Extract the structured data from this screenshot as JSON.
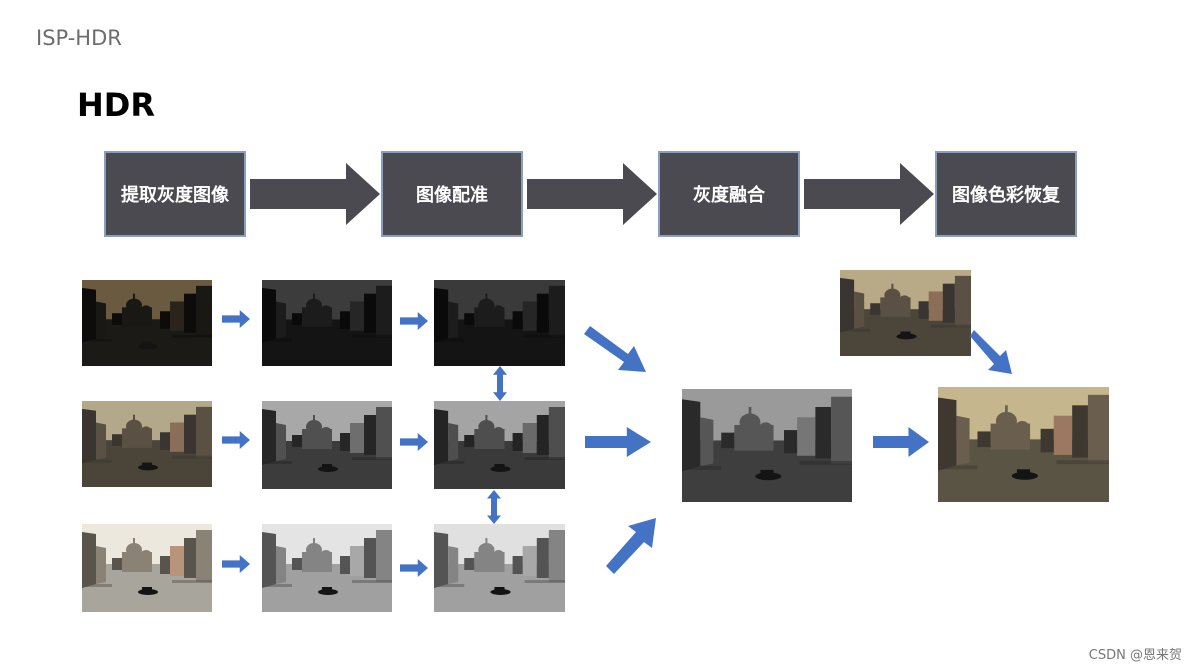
{
  "header": {
    "title": "ISP-HDR"
  },
  "slide": {
    "title": "HDR"
  },
  "pipeline": {
    "steps": [
      {
        "label": "提取灰度图像"
      },
      {
        "label": "图像配准"
      },
      {
        "label": "灰度融合"
      },
      {
        "label": "图像色彩恢复"
      }
    ]
  },
  "footer": {
    "watermark": "CSDN @恩来贺"
  },
  "colors": {
    "step_fill": "#4a4a50",
    "step_border": "#8a9fc0",
    "flow_arrow": "#4472c4"
  }
}
